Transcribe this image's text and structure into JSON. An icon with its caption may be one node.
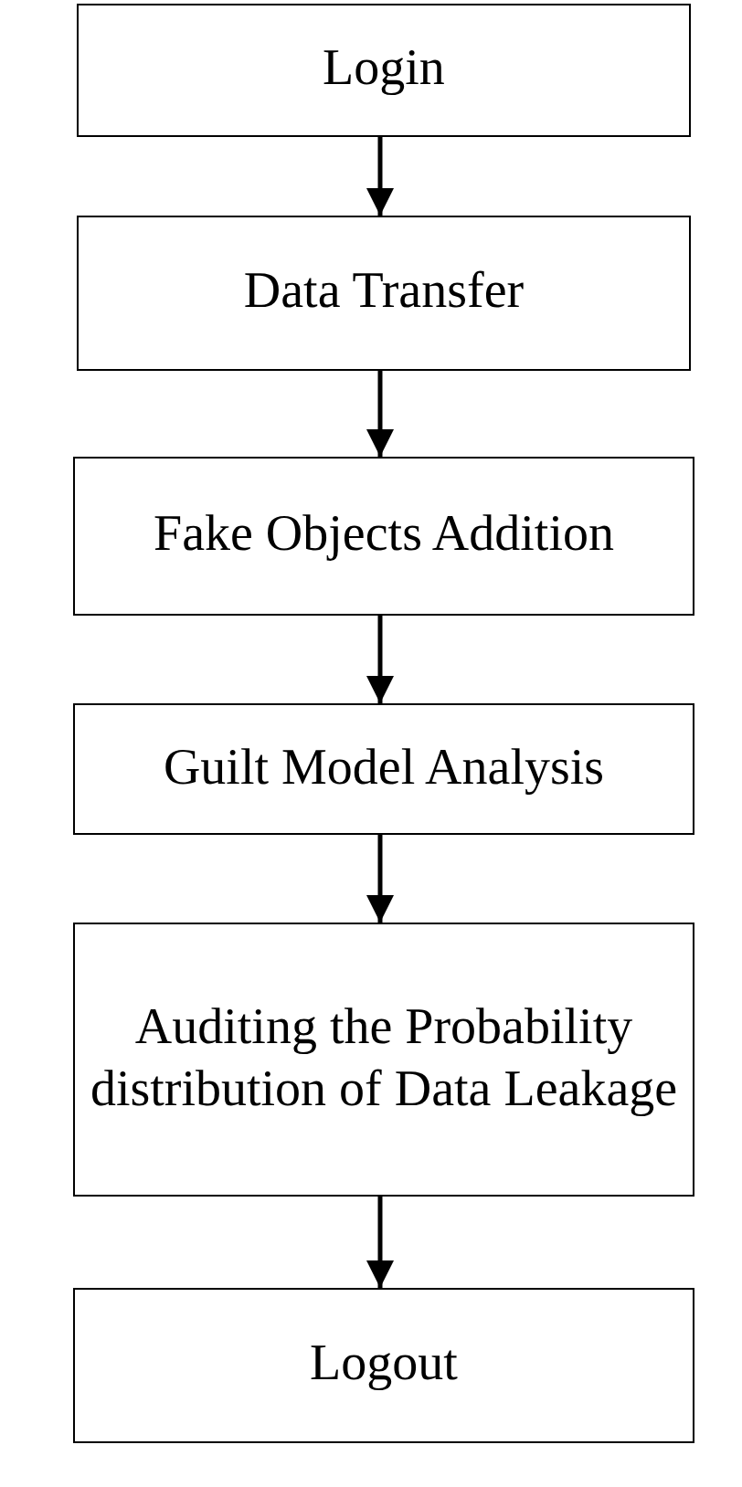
{
  "diagram": {
    "nodes": [
      {
        "text": [
          "Login"
        ]
      },
      {
        "text": [
          "Data Transfer"
        ]
      },
      {
        "text": [
          "Fake Objects Addition"
        ]
      },
      {
        "text": [
          "Guilt Model Analysis"
        ]
      },
      {
        "text": [
          "Auditing the Probability distribution of Data Leakage"
        ]
      },
      {
        "text": [
          "Logout"
        ]
      }
    ],
    "edges": [
      {
        "from": 0,
        "to": 1,
        "arrow": "to"
      },
      {
        "from": 1,
        "to": 2,
        "arrow": "to"
      },
      {
        "from": 2,
        "to": 3,
        "arrow": "to"
      },
      {
        "from": 3,
        "to": 4,
        "arrow": "to"
      },
      {
        "from": 4,
        "to": 5,
        "arrow": "to"
      }
    ]
  }
}
